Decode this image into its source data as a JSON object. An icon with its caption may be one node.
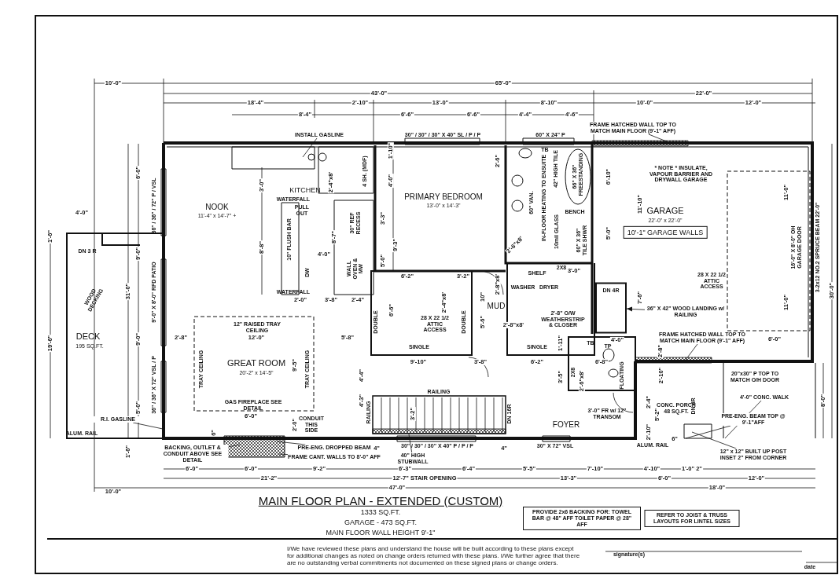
{
  "diagram": {
    "title": "MAIN FLOOR PLAN - EXTENDED (CUSTOM)",
    "nodes": [
      {
        "text": [
          "INSTALL GASLINE"
        ]
      },
      {
        "text": [
          "FRAME HATCHED WALL TOP TO MATCH MAIN FLOOR (9'-1\" AFF)"
        ]
      },
      {
        "text": [
          "FRAME HATCHED WALL TOP TO MATCH MAIN FLOOR (9'-1\" AFF)"
        ]
      },
      {
        "text": [
          "R.I. GASLINE"
        ]
      },
      {
        "text": [
          "BACKING, OUTLET & CONDUIT ABOVE SEE DETAIL"
        ]
      },
      {
        "text": [
          "PRE-ENG. DROPPED BEAM"
        ]
      },
      {
        "text": [
          "FRAME CANT. WALLS TO 8'-0\" AFF"
        ]
      },
      {
        "text": [
          "40\" HIGH STUBWALL"
        ]
      },
      {
        "text": [
          "PRE-ENG. BEAM TOP @ 9'-1\"AFF"
        ]
      },
      {
        "text": [
          "12\" x 12\" BUILT UP POST INSET 2\" FROM CORNER"
        ]
      },
      {
        "text": [
          "4'-0\" CONC. WALK"
        ]
      },
      {
        "text": [
          "36\" X 42\" WOOD LANDING w/ RAILING"
        ]
      },
      {
        "text": [
          "10'-1\" GARAGE WALLS"
        ]
      },
      {
        "text": [
          "PROVIDE 2x6 BACKING FOR: TOWEL BAR @ 48\" AFF TOILET PAPER @ 28\" AFF"
        ]
      },
      {
        "text": [
          "REFER TO JOIST & TRUSS LAYOUTS FOR LINTEL SIZES"
        ]
      },
      {
        "text": [
          "DN 4R"
        ]
      }
    ],
    "edges": [
      {
        "from": 0,
        "to": null,
        "arrow": "none"
      },
      {
        "from": 1,
        "to": null,
        "arrow": "none"
      },
      {
        "from": 2,
        "to": null,
        "arrow": "none"
      },
      {
        "from": 3,
        "to": null,
        "arrow": "none"
      },
      {
        "from": 4,
        "to": null,
        "arrow": "none"
      },
      {
        "from": 5,
        "to": null,
        "arrow": "none"
      },
      {
        "from": 6,
        "to": null,
        "arrow": "none"
      },
      {
        "from": 7,
        "to": null,
        "arrow": "none"
      },
      {
        "from": 8,
        "to": null,
        "arrow": "none"
      },
      {
        "from": 9,
        "to": null,
        "arrow": "none"
      },
      {
        "from": 10,
        "to": null,
        "arrow": "none"
      },
      {
        "from": 11,
        "to": 15,
        "arrow": "to"
      }
    ],
    "labels": [
      "10'-0\"",
      "65'-0\"",
      "43'-0\"",
      "22'-0\"",
      "18'-4\"",
      "2'-10\"",
      "13'-0\"",
      "8'-10\"",
      "10'-0\"",
      "12'-0\"",
      "8'-4\"",
      "6'-6\"",
      "6'-6\"",
      "4'-4\"",
      "4'-6\"",
      "30\" / 30\" / 30\" X 40\" SL / P / P",
      "60\" X 24\" P",
      "6'-0\"",
      "36\" / 36\" / 72\" P / VSL",
      "4'-0\"",
      "1'-6\"",
      "DN 3 R",
      "9'-0\"",
      "WOOD DECKING",
      "31'-0\"",
      "9'-0\" X 8'-0\" RFD PATIO",
      "DECK",
      "195 SQ.FT.",
      "19'-6\"",
      "9'-0\"",
      "5'-0\"",
      "36\" / 36\" X 72\" VSL / P",
      "ALUM. RAIL",
      "1'-6\"",
      "10'-0\"",
      "KITCHEN",
      "3'-0\"",
      "WATERFALL",
      "PULL OUT",
      "10\" FLUSH BAR",
      "8'-8\"",
      "DW",
      "2'-4\"x8'",
      "4 SH. (MDF)",
      "30\" REF RECESS",
      "WALL OVEN & MW",
      "8'-7\"",
      "4'-0\"",
      "WATERFALL",
      "2'-0\"",
      "3'-8\"",
      "2'-4\"",
      "NOOK",
      "11'-4\" x 14'-7\" +",
      "PRIMARY BEDROOM",
      "13'-0\" x 14'-3\"",
      "1'-10\"",
      "4'-0\"",
      "3'-3\"",
      "9'-3\"",
      "5'-0\"",
      "2'-6\"",
      "60\" VAN.",
      "IN-FLOOR HEATING TO ENSUITE",
      "42\" HIGH TILE",
      "66\" X 36\" FREESTANDING",
      "TB",
      "10mil GLASS",
      "BENCH",
      "60\" X 36\" TILE SHWR",
      "2'-6\"x8'",
      "2X8",
      "SHELF",
      "3'-0\"",
      "WASHER",
      "DRYER",
      "MUD",
      "2'-8\"x8'",
      "6'-2\"",
      "3'-2\"",
      "2'-4\"x8'",
      "28 X 22 1/2 ATTIC ACCESS",
      "DOUBLE",
      "6'-6\"",
      "DOUBLE",
      "5'-6\"",
      "10\"",
      "2'-8\"x8'",
      "SINGLE",
      "SINGLE",
      "9'-10\"",
      "3'-8\"",
      "6'-2\"",
      "1'-11\"",
      "2'-8\" O/W WEATHERSTRIP & CLOSER",
      "4'-0\"",
      "7'-6\"",
      "TB",
      "TP",
      "6'-8\"",
      "2X8",
      "2'-6\"x8'",
      "FLOATING",
      "3'-5\"",
      "2'-8\"",
      "2'-10\"",
      "6'-10\"",
      "11'-10\"",
      "* NOTE * INSULATE, VAPOUR BARRIER AND DRYWALL GARAGE",
      "GARAGE",
      "22'-0\" x 22'-0\"",
      "5'-0\"",
      "28 X 22 1/2 ATTIC ACCESS",
      "11'-0\"",
      "16'-0\" X 8'-0\" OH GARAGE DOOR",
      "3-2x12 NO.2 SPRUCE BEAM 22'-0\"",
      "30'-0\"",
      "11'-0\"",
      "6'-0\"",
      "20\"x30\" P TOP TO MATCH O/H DOOR",
      "8'-0\"",
      "12\" RAISED TRAY CEILING",
      "2'-8\"",
      "12'-0\"",
      "5'-8\"",
      "TRAY CEILING",
      "GREAT ROOM",
      "20'-2\" x 14'-5\"",
      "9'-5\"",
      "TRAY CEILING",
      "GAS FIREPLACE SEE DETAIL",
      "6'-0\"",
      "2'-0\"",
      "CONDUIT THIS SIDE",
      "6\"",
      "6'-0\"",
      "6'-0\"",
      "9'-2\"",
      "21'-2\"",
      "4'-4\"",
      "4'-3\"",
      "RAILING",
      "RAILING",
      "3'-2\"",
      "DN 16R",
      "FOYER",
      "3'-0\" FR w/ 12\" TRANSOM",
      "2'-4\"",
      "5'-2\"",
      "2'-10\"",
      "CONC. PORCH 48 SQ.FT.",
      "DN 4R",
      "30\" / 30\" / 30\" X 40\" P / P / P",
      "4\"",
      "4\"",
      "30\" X 72\" VSL",
      "ALUM. RAIL",
      "6\"",
      "6'-3\"",
      "6'-4\"",
      "5'-5\"",
      "7'-10\"",
      "4'-10\"",
      "1'-0\"",
      "2\"",
      "12'-7\" STAIR OPENING",
      "13'-3\"",
      "6'-0\"",
      "12'-0\"",
      "47'-0\"",
      "18'-0\"",
      "1333 SQ.FT.",
      "GARAGE - 473 SQ.FT.",
      "MAIN FLOOR WALL HEIGHT 9'-1\"",
      "I/We have reviewed these plans and understand the house will be built according to these plans except for additional changes as noted on change orders returned with these plans. I/We further agree that there are no outstanding verbal commitments not documented on these signed plans or change orders.",
      "signature(s)",
      "date"
    ]
  }
}
